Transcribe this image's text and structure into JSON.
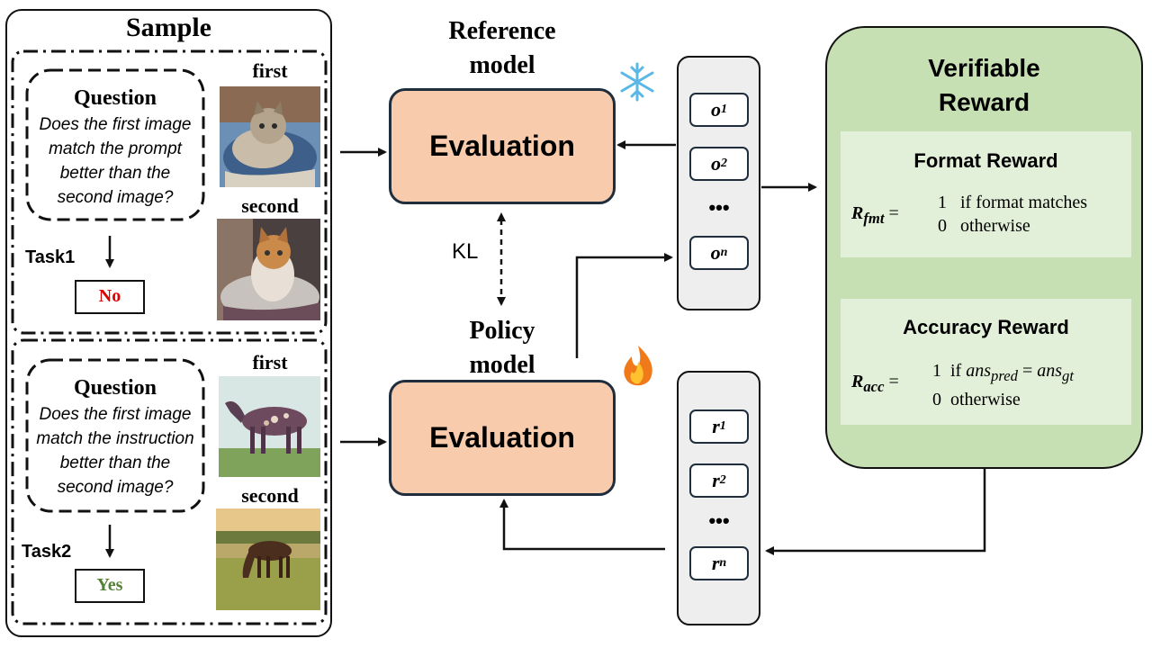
{
  "sample": {
    "title": "Sample",
    "task1": {
      "question_title": "Question",
      "question_lines": [
        "Does the first image",
        "match the prompt",
        "better than the",
        "second image?"
      ],
      "first_label": "first",
      "second_label": "second",
      "task_label": "Task1",
      "answer": "No",
      "answer_color": "#e00000"
    },
    "task2": {
      "question_title": "Question",
      "question_lines": [
        "Does the first image",
        "match the instruction",
        "better than the",
        "second image?"
      ],
      "first_label": "first",
      "second_label": "second",
      "task_label": "Task2",
      "answer": "Yes",
      "answer_color": "#548235"
    }
  },
  "reference_model": {
    "label_line1": "Reference",
    "label_line2": "model",
    "box_label": "Evaluation",
    "icon": "snowflake-icon"
  },
  "policy_model": {
    "label_line1": "Policy",
    "label_line2": "model",
    "box_label": "Evaluation",
    "icon": "fire-icon"
  },
  "kl_label": "KL",
  "outputs": {
    "items": [
      "o",
      "o",
      "o"
    ],
    "subs": [
      "1",
      "2",
      "n"
    ],
    "ellipsis": "•••"
  },
  "rewards": {
    "items": [
      "r",
      "r",
      "r"
    ],
    "subs": [
      "1",
      "2",
      "n"
    ],
    "ellipsis": "•••"
  },
  "verifiable_reward": {
    "title_line1": "Verifiable",
    "title_line2": "Reward",
    "format": {
      "title": "Format Reward",
      "symbol": "R",
      "symbol_sub": "fmt",
      "case1_value": "1",
      "case1_text": "if format matches",
      "case2_value": "0",
      "case2_text": "otherwise"
    },
    "accuracy": {
      "title": "Accuracy Reward",
      "symbol": "R",
      "symbol_sub": "acc",
      "case1_value": "1",
      "case1_if": "if",
      "case1_lhs": "ans",
      "case1_lhs_sub": "pred",
      "case1_eq": "=",
      "case1_rhs": "ans",
      "case1_rhs_sub": "gt",
      "case2_value": "0",
      "case2_text": "otherwise"
    }
  }
}
